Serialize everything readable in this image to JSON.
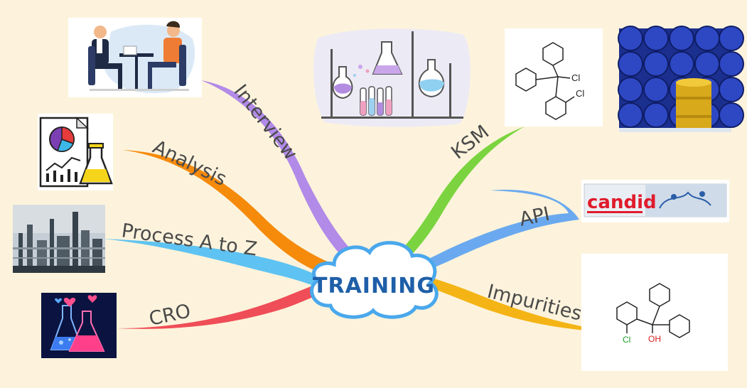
{
  "center": {
    "label": "TRAINING"
  },
  "branches": {
    "interview": {
      "label": "Interview",
      "color": "#b28ae8"
    },
    "analysis": {
      "label": "Analysis",
      "color": "#f58a0b"
    },
    "process": {
      "label": "Process A to Z",
      "color": "#5ec3f2"
    },
    "cro": {
      "label": "CRO",
      "color": "#ef4d57"
    },
    "ksm": {
      "label": "KSM",
      "color": "#7bd43f"
    },
    "api": {
      "label": "API",
      "color": "#6aa9ef"
    },
    "impurities": {
      "label": "Impurities",
      "color": "#f4b415"
    }
  },
  "images": {
    "ksm_structure": {
      "atom1": "Cl",
      "atom2": "Cl"
    },
    "impurity_structure": {
      "atom_cl": "Cl",
      "atom_oh": "OH"
    },
    "product_box": {
      "brand": "candid"
    }
  }
}
